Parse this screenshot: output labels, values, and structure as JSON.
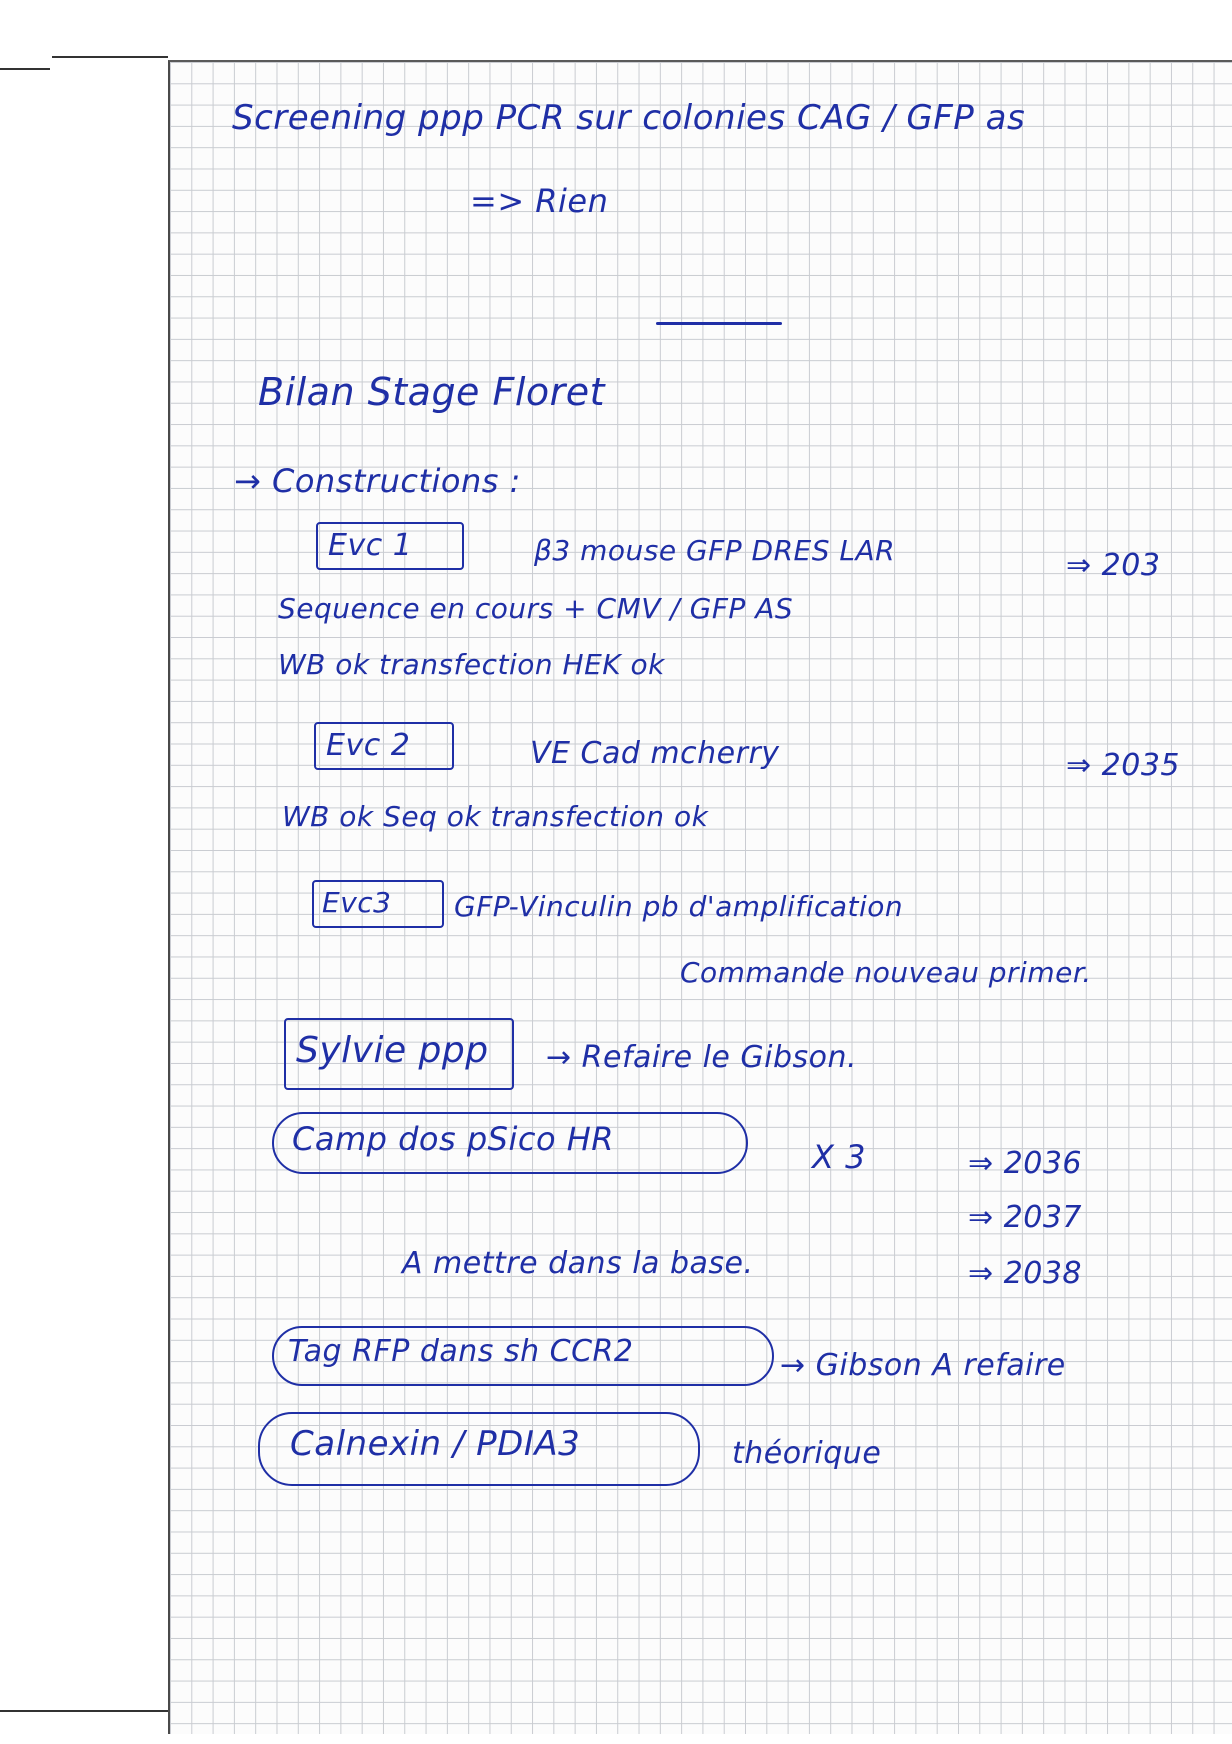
{
  "page": {
    "background": "#ffffff",
    "grid_color": "#c9ccd1",
    "ink_color": "#1f2fa6"
  },
  "notes": {
    "line1": "Screening ppp PCR sur colonies CAG / GFP as",
    "line2": "=> Rien",
    "heading": "Bilan Stage Floret",
    "constructions": "→ Constructions :",
    "evc1_label": "Evc 1",
    "evc1_text": "β3 mouse GFP DRES LAR",
    "evc1_ref": "⇒ 203",
    "evc1_line2": "Sequence en cours + CMV / GFP AS",
    "evc1_line3": "WB ok      transfection HEK ok",
    "evc2_label": "Evc 2",
    "evc2_text": "VE Cad mcherry",
    "evc2_ref": "⇒ 2035",
    "evc2_line2": "WB ok     Seq ok     transfection ok",
    "evc3_label": "Evc3",
    "evc3_text": "GFP-Vinculin     pb d'amplification",
    "evc3_line2": "Commande nouveau primer.",
    "sylvie_label": "Sylvie ppp",
    "sylvie_text": "→   Refaire le Gibson.",
    "camp_label": "Camp dos pSico HR",
    "camp_text": "X 3",
    "camp_ref1": "⇒   2036",
    "camp_ref2": "⇒   2037",
    "mettre_text": "A mettre dans la base.",
    "camp_ref3": "⇒   2038",
    "tag_label": "Tag RFP dans sh CCR2",
    "tag_text": "→ Gibson  A refaire",
    "calnexin_label": "Calnexin / PDIA3",
    "calnexin_text": "théorique"
  }
}
